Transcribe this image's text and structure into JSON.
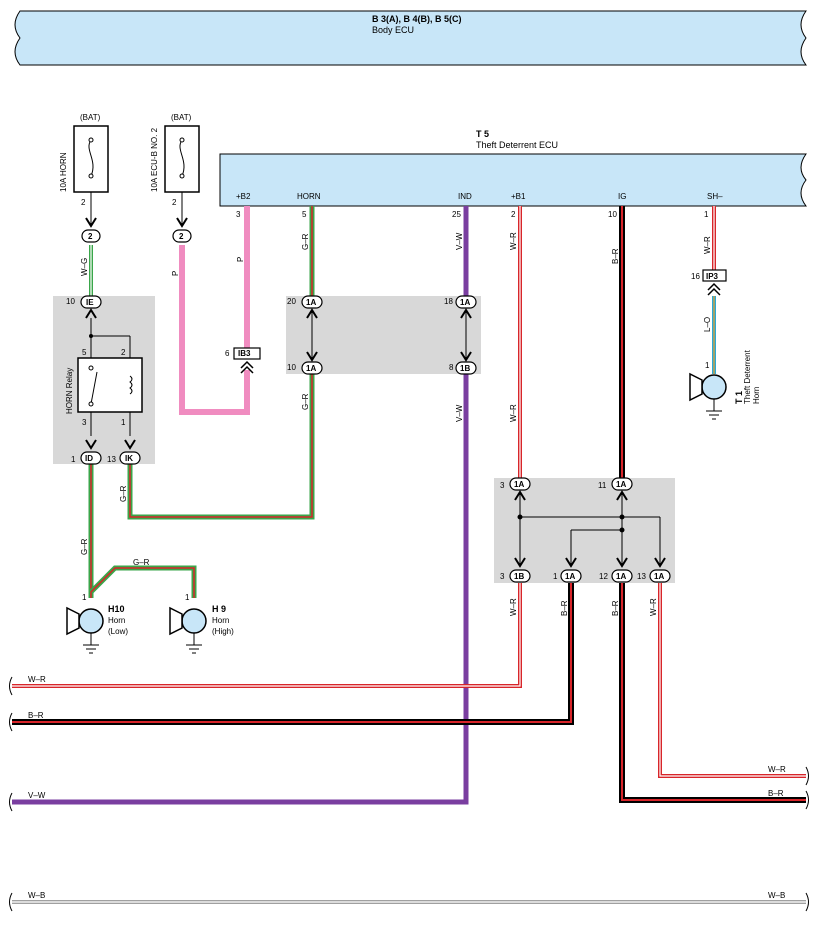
{
  "body_ecu": {
    "codes": "B 3(A), B 4(B), B 5(C)",
    "name": "Body ECU"
  },
  "theft_ecu": {
    "code": "T 5",
    "name": "Theft Deterrent ECU",
    "pins": [
      {
        "label": "+B2",
        "num": "3"
      },
      {
        "label": "HORN",
        "num": "5"
      },
      {
        "label": "IND",
        "num": "25"
      },
      {
        "label": "+B1",
        "num": "2"
      },
      {
        "label": "IG",
        "num": "10"
      },
      {
        "label": "SH–",
        "num": "1"
      }
    ]
  },
  "fuses": [
    {
      "supply": "(BAT)",
      "name": "10A HORN",
      "pin": "2",
      "connector": "2"
    },
    {
      "supply": "(BAT)",
      "name": "10A ECU-B NO. 2",
      "pin": "2",
      "connector": "2"
    }
  ],
  "relay": {
    "name": "HORN Relay",
    "pins": {
      "p5": "5",
      "p2": "2",
      "p3": "3",
      "p1": "1"
    },
    "top_conn": {
      "num": "10",
      "id": "IE"
    },
    "bottom_left": {
      "num": "1",
      "id": "ID"
    },
    "bottom_right": {
      "num": "13",
      "id": "IK"
    }
  },
  "junction_mid": {
    "top_left": {
      "num": "20",
      "id": "1A"
    },
    "top_right": {
      "num": "18",
      "id": "1A"
    },
    "bottom_left": {
      "num": "10",
      "id": "1A"
    },
    "bottom_right": {
      "num": "8",
      "id": "1B"
    }
  },
  "junction_right": {
    "top_left": {
      "num": "3",
      "id": "1A"
    },
    "top_right": {
      "num": "11",
      "id": "1A"
    },
    "b1": {
      "num": "3",
      "id": "1B"
    },
    "b2": {
      "num": "1",
      "id": "1A"
    },
    "b3": {
      "num": "12",
      "id": "1A"
    },
    "b4": {
      "num": "13",
      "id": "1A"
    }
  },
  "ib3": {
    "num": "6",
    "id": "IB3"
  },
  "ip3": {
    "num": "16",
    "id": "IP3"
  },
  "horns": [
    {
      "code": "H10",
      "name": "Horn",
      "sub": "(Low)",
      "pin": "1"
    },
    {
      "code": "H 9",
      "name": "Horn",
      "sub": "(High)",
      "pin": "1"
    }
  ],
  "theft_horn": {
    "code": "T 1",
    "name1": "Theft Deterrent",
    "name2": "Horn",
    "pin": "1"
  },
  "wire_labels": {
    "wg": "W–G",
    "p": "P",
    "gr": "G–R",
    "vw": "V–W",
    "wr": "W–R",
    "br": "B–R",
    "lo": "L–O",
    "wb": "W–B"
  },
  "colors": {
    "ecu_fill": "#c8e6f8",
    "junction_fill": "#d8d8d8",
    "pink": "#f08cc0",
    "purple": "#7a3ea0",
    "green": "#3aa64a",
    "red": "#d8252a",
    "cyan": "#2aa8d8",
    "gray": "#a0a0a0"
  }
}
